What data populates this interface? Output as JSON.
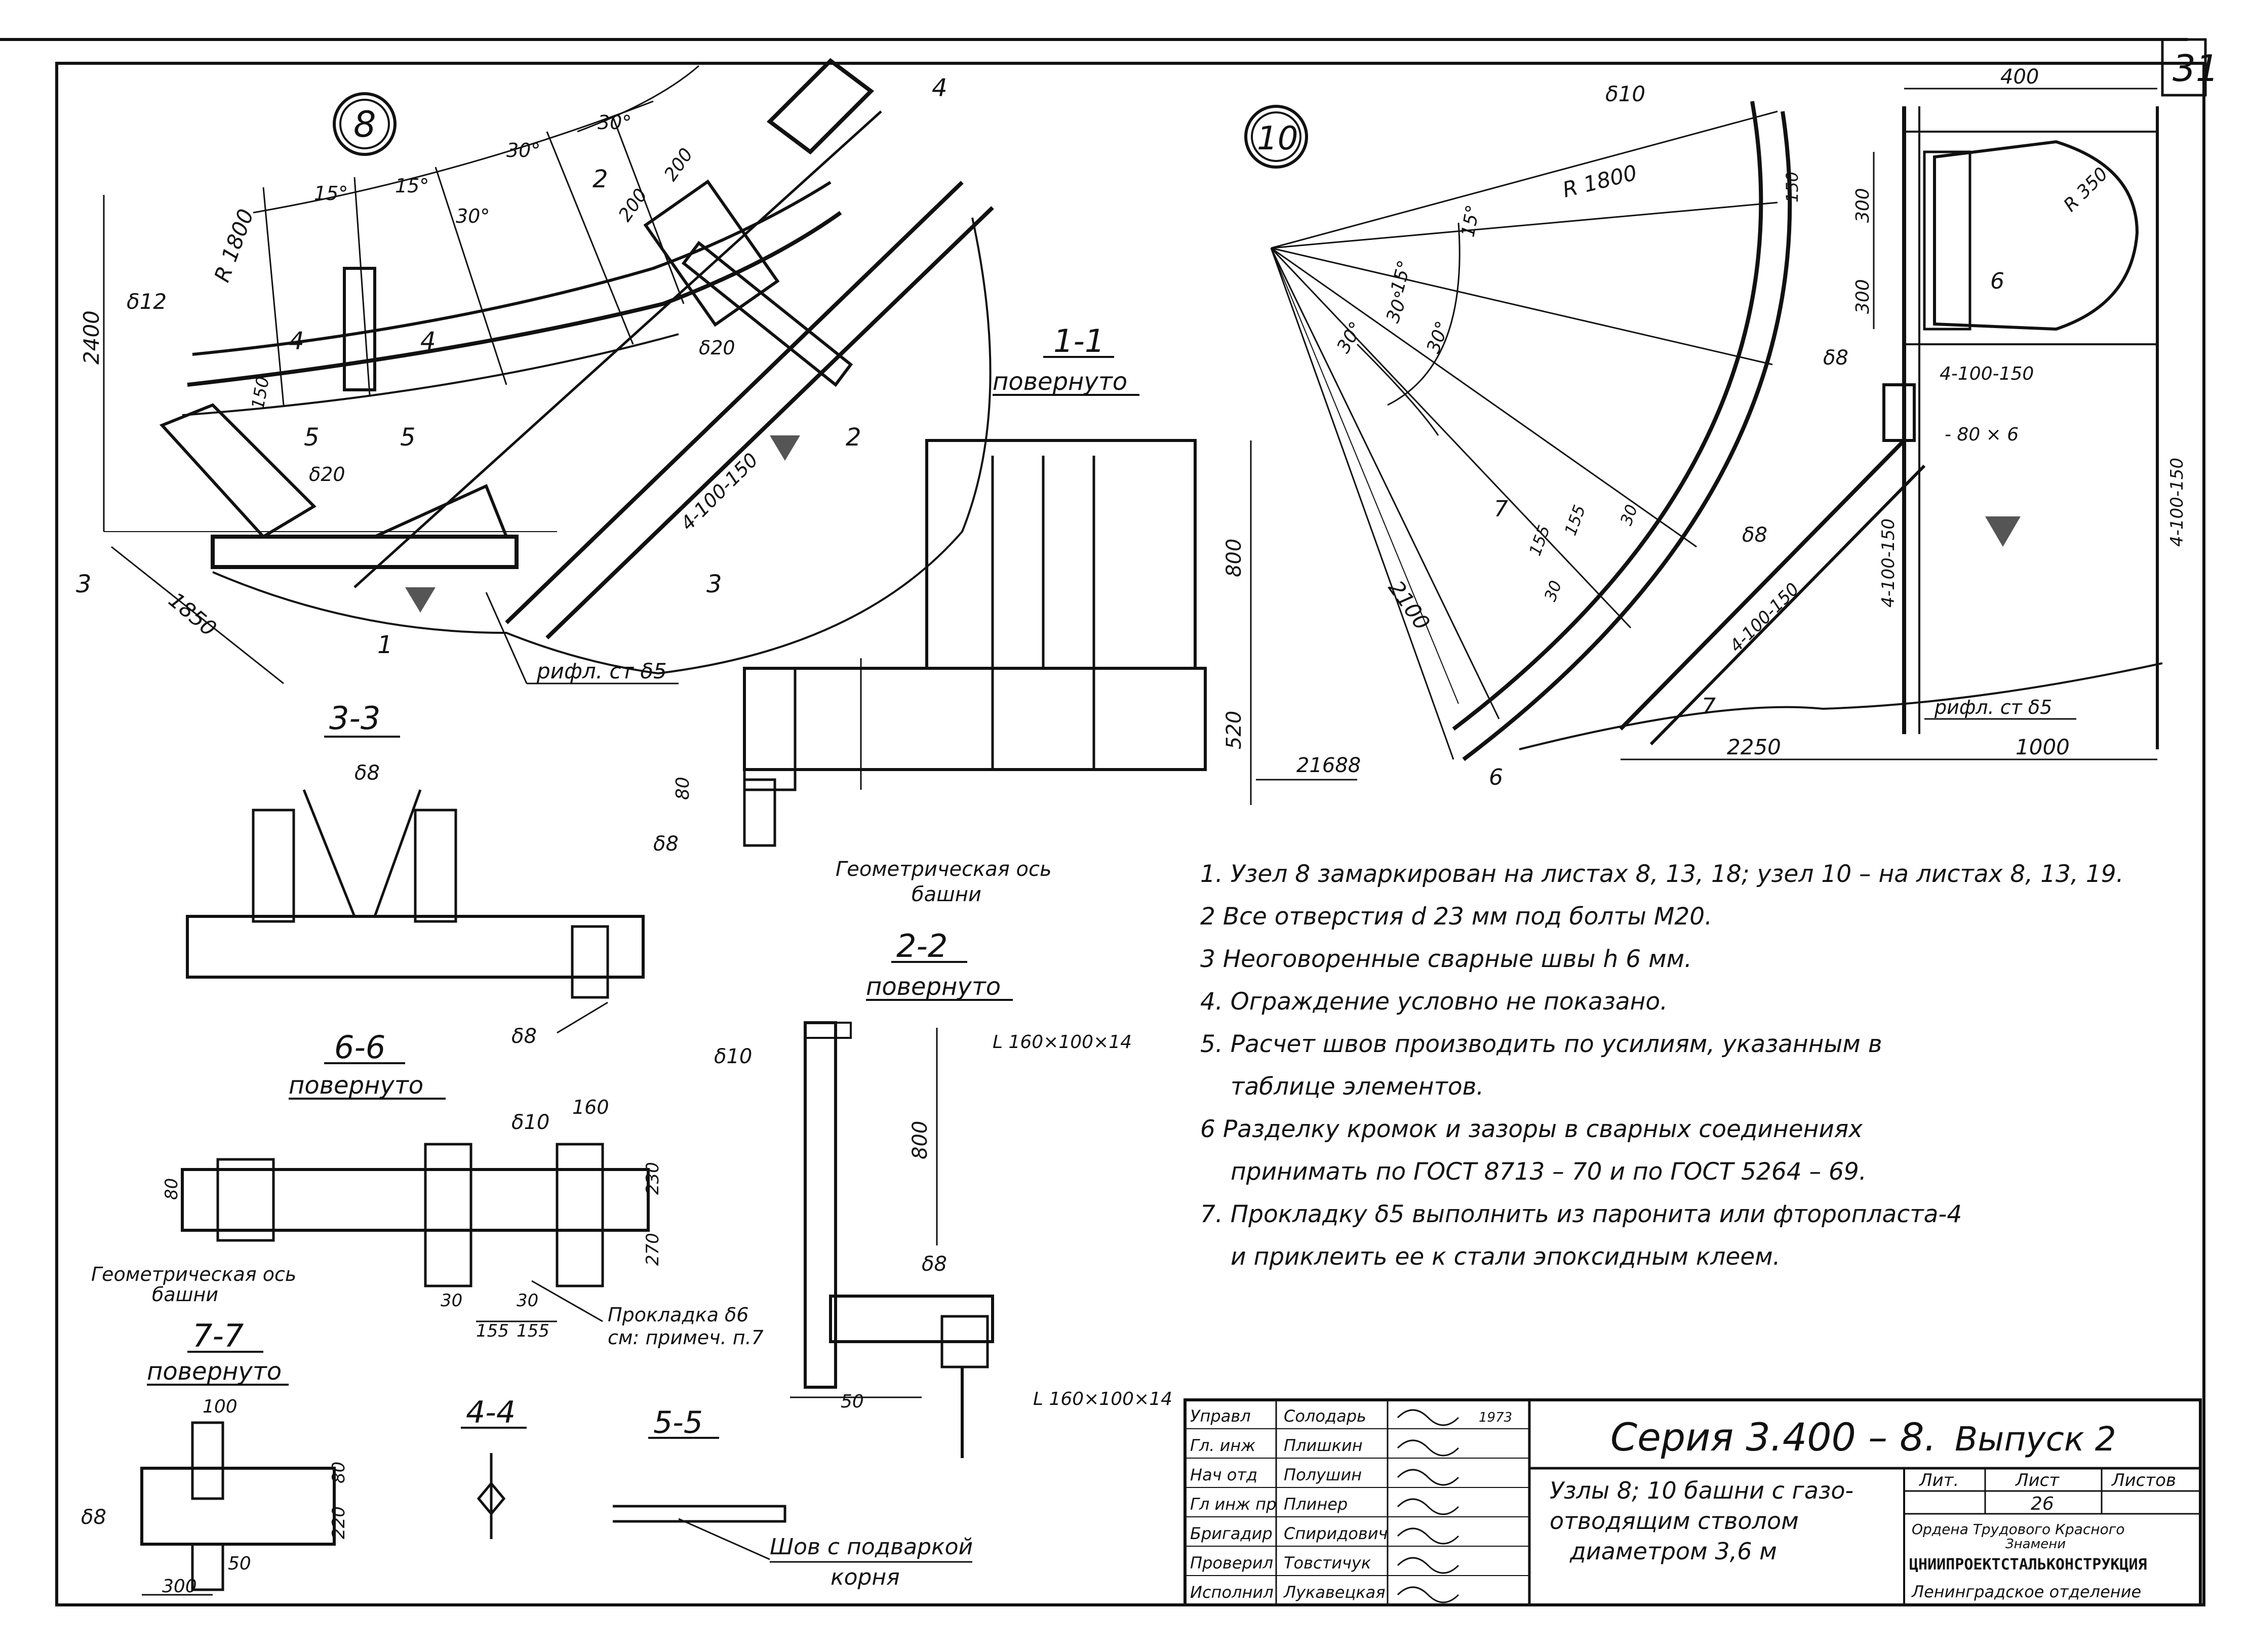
{
  "sheet_number": "31",
  "views": {
    "node8": "8",
    "node10": "10",
    "s11": {
      "title": "1-1",
      "subtitle": "повернуто"
    },
    "s22": {
      "title": "2-2",
      "subtitle": "повернуто"
    },
    "s33": {
      "title": "3-3"
    },
    "s66": {
      "title": "6-6",
      "subtitle": "повернуто"
    },
    "s77": {
      "title": "7-7",
      "subtitle": "повернуто"
    },
    "s44": {
      "title": "4-4"
    },
    "s55": {
      "title": "5-5"
    }
  },
  "node8_labels": {
    "a15a": "15°",
    "a15b": "15°",
    "a30a": "30°",
    "a30b": "30°",
    "a30c": "30°",
    "r1800": "R 1800",
    "d2400": "2400",
    "d1850": "1850",
    "th12": "δ12",
    "th20a": "δ20",
    "th20b": "δ20",
    "d200a": "200",
    "d200b": "200",
    "d150": "150",
    "cut4a": "4",
    "cut4b": "4",
    "cut5a": "5",
    "cut5b": "5",
    "cut3a": "3",
    "cut3b": "3",
    "cut2a": "2",
    "cut2b": "2",
    "cut1": "1",
    "cut4c": "4",
    "bolts": "4-100-150",
    "rifl": "рифл. ст δ5"
  },
  "node10_labels": {
    "th10": "δ10",
    "r1800": "R 1800",
    "a15a": "15°",
    "a15b": "15°",
    "a30a": "30°",
    "a30b": "30°",
    "a30c": "30°",
    "d2100": "2100",
    "d2250": "2250",
    "d1000": "1000",
    "d400": "400",
    "d300a": "300",
    "d300b": "300",
    "r350": "R 350",
    "d150": "150",
    "th8a": "δ8",
    "th8b": "δ8",
    "bolts1": "4-100-150",
    "bolts2": "4-100-150",
    "bolts3": "4-100-150",
    "bolts4": "4-100-150",
    "strip": "- 80 × 6",
    "d155a": "155",
    "d155b": "155",
    "d30a": "30",
    "d30b": "30",
    "cut7a": "7",
    "cut7b": "7",
    "cut6a": "6",
    "cut6b": "6",
    "rifl": "рифл. ст δ5"
  },
  "s11_labels": {
    "d800": "800",
    "d520": "520",
    "d80": "80",
    "elev": "21688",
    "th8": "δ8",
    "axis1": "Геометрическая ось",
    "axis2": "башни"
  },
  "s22_labels": {
    "th10": "δ10",
    "angle1": "L 160×100×14",
    "d800": "800",
    "th8": "δ8",
    "d50": "50",
    "angle2": "L 160×100×14"
  },
  "s33_labels": {
    "th8a": "δ8",
    "th8b": "δ8"
  },
  "s66_labels": {
    "th10": "δ10",
    "d160": "160",
    "d80": "80",
    "d230": "230",
    "d270": "270",
    "d30a": "30",
    "d30b": "30",
    "d155a": "155",
    "d155b": "155",
    "axis1": "Геометрическая ось",
    "axis2": "башни",
    "gasket1": "Прокладка δ6",
    "gasket2": "см: примеч. п.7"
  },
  "s77_labels": {
    "d100": "100",
    "d80": "80",
    "d220": "220",
    "th8": "δ8",
    "d50": "50",
    "d300": "300"
  },
  "s55_labels": {
    "weld1": "Шов с подваркой",
    "weld2": "корня"
  },
  "notes": [
    "1.  Узел 8 замаркирован на листах 8, 13, 18;  узел 10 – на листах 8, 13, 19.",
    "2  Все  отверстия  d 23 мм  под  болты  М20.",
    "3  Неоговоренные   сварные   швы  h 6 мм.",
    "4.  Ограждение  условно  не  показано.",
    "5.  Расчет  швов  производить  по  усилиям,  указанным  в",
    "таблице  элементов.",
    "6  Разделку  кромок  и  зазоры  в  сварных  соединениях",
    "принимать  по  ГОСТ 8713 – 70   и   по  ГОСТ  5264 – 69.",
    "7.  Прокладку  δ5  выполнить  из  паронита  или  фторопласта-4",
    "и  приклеить  ее   к   стали эпоксидным  клеем."
  ],
  "title_block": {
    "staff": [
      {
        "role": "Управл",
        "name": "Солодарь",
        "extra": "1973"
      },
      {
        "role": "Гл. инж",
        "name": "Плишкин",
        "extra": ""
      },
      {
        "role": "Нач отд",
        "name": "Полушин",
        "extra": ""
      },
      {
        "role": "Гл инж пр",
        "name": "Плинер",
        "extra": ""
      },
      {
        "role": "Бригадир",
        "name": "Спиридович",
        "extra": ""
      },
      {
        "role": "Проверил",
        "name": "Товстичук",
        "extra": ""
      },
      {
        "role": "Исполнил",
        "name": "Лукавецкая",
        "extra": ""
      }
    ],
    "series": "Серия  3.400 – 8.",
    "issue": "Выпуск  2",
    "desc1": "Узлы 8; 10 башни с газо-",
    "desc2": "отводящим  стволом",
    "desc3": "диаметром  3,6 м",
    "lit": "Лит.",
    "list": "Лист",
    "listov": "Листов",
    "sheet": "26",
    "org1": "Ордена Трудового Красного",
    "org2": "Знамени",
    "org3": "ЦНИИПРОЕКТСТАЛЬКОНСТРУКЦИЯ",
    "org4": "Ленинградское отделение"
  }
}
